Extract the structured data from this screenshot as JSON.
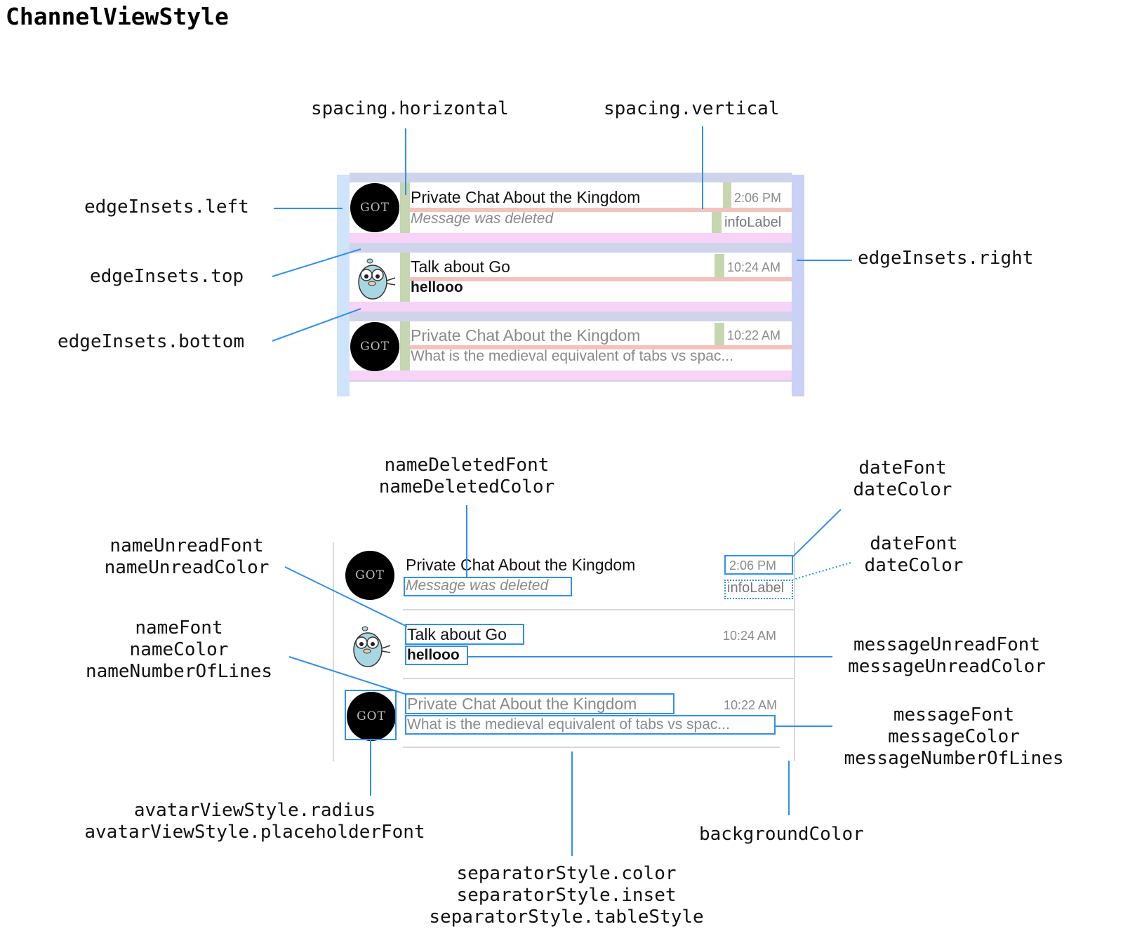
{
  "title": "ChannelViewStyle",
  "colors": {
    "annotation_line": "#2f8ff0",
    "edge_left": "#cfe3fa",
    "edge_right": "#c9d1f5",
    "edge_top_bottom": "#d0d4ea",
    "bottom_inset": "#f6d3f7",
    "spacing_horizontal": "#c5d6b0",
    "spacing_vertical": "#f2c2bd",
    "separator": "#d8d8d8"
  },
  "top_labels": {
    "spacing_horizontal": "spacing.horizontal",
    "spacing_vertical": "spacing.vertical",
    "edge_left": "edgeInsets.left",
    "edge_top": "edgeInsets.top",
    "edge_bottom": "edgeInsets.bottom",
    "edge_right": "edgeInsets.right"
  },
  "bottom_labels": {
    "name_deleted": [
      "nameDeletedFont",
      "nameDeletedColor"
    ],
    "date_1": [
      "dateFont",
      "dateColor"
    ],
    "date_2": [
      "dateFont",
      "dateColor"
    ],
    "name_unread": [
      "nameUnreadFont",
      "nameUnreadColor"
    ],
    "name": [
      "nameFont",
      "nameColor",
      "nameNumberOfLines"
    ],
    "message_unread": [
      "messageUnreadFont",
      "messageUnreadColor"
    ],
    "message": [
      "messageFont",
      "messageColor",
      "messageNumberOfLines"
    ],
    "avatar": [
      "avatarViewStyle.radius",
      "avatarViewStyle.placeholderFont"
    ],
    "background": "backgroundColor",
    "separator": [
      "separatorStyle.color",
      "separatorStyle.inset",
      "separatorStyle.tableStyle"
    ]
  },
  "channels": [
    {
      "avatar": "GOT",
      "avatar_icon": "got-logo-icon",
      "name": "Private Chat About the Kingdom",
      "message": "Message was deleted",
      "date": "2:06 PM",
      "info": "infoLabel"
    },
    {
      "avatar": "",
      "avatar_icon": "gopher-icon",
      "name": "Talk about Go",
      "message": "hellooo",
      "date": "10:24 AM",
      "info": ""
    },
    {
      "avatar": "GOT",
      "avatar_icon": "got-logo-icon",
      "name": "Private Chat About the Kingdom",
      "message": "What is the medieval equivalent of tabs vs spac...",
      "date": "10:22 AM",
      "info": ""
    }
  ]
}
